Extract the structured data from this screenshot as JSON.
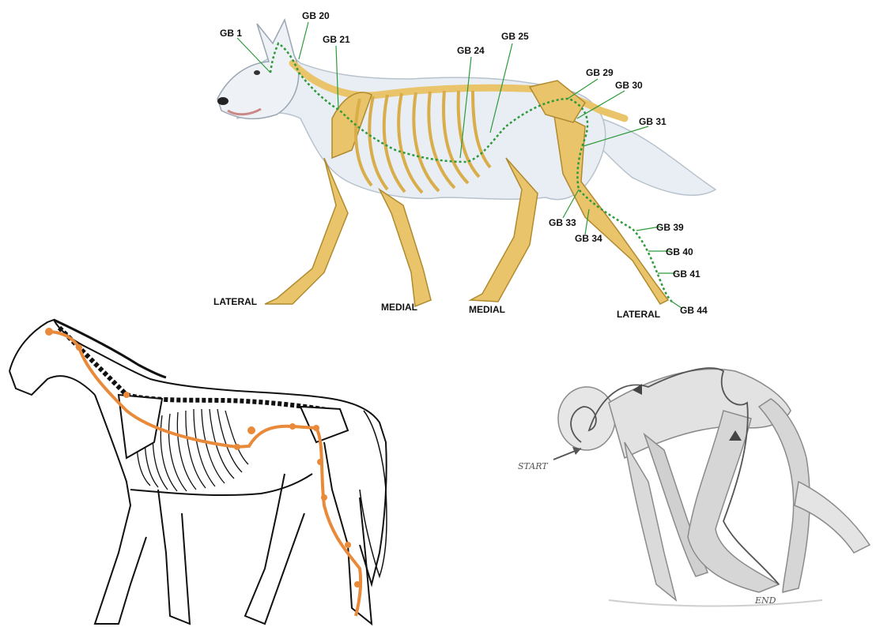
{
  "colors": {
    "bone": "#e9c46a",
    "bone_edge": "#b08a2e",
    "meridian_green": "#2e9a3a",
    "meridian_orange": "#e88a3a",
    "fur": "#e8eef4",
    "pencil": "#8a8a8a"
  },
  "dog_panel": {
    "points": [
      {
        "id": "gb1",
        "label": "GB 1"
      },
      {
        "id": "gb20",
        "label": "GB 20"
      },
      {
        "id": "gb21",
        "label": "GB 21"
      },
      {
        "id": "gb24",
        "label": "GB 24"
      },
      {
        "id": "gb25",
        "label": "GB 25"
      },
      {
        "id": "gb29",
        "label": "GB 29"
      },
      {
        "id": "gb30",
        "label": "GB 30"
      },
      {
        "id": "gb31",
        "label": "GB 31"
      },
      {
        "id": "gb33",
        "label": "GB 33"
      },
      {
        "id": "gb34",
        "label": "GB 34"
      },
      {
        "id": "gb39",
        "label": "GB 39"
      },
      {
        "id": "gb40",
        "label": "GB 40"
      },
      {
        "id": "gb41",
        "label": "GB 41"
      },
      {
        "id": "gb44",
        "label": "GB 44"
      }
    ],
    "limb_labels": [
      {
        "id": "lateral-front",
        "text": "LATERAL"
      },
      {
        "id": "medial-front",
        "text": "MEDIAL"
      },
      {
        "id": "medial-hind",
        "text": "MEDIAL"
      },
      {
        "id": "lateral-hind",
        "text": "LATERAL"
      }
    ]
  },
  "human_panel": {
    "start_label": "START",
    "end_label": "END"
  }
}
